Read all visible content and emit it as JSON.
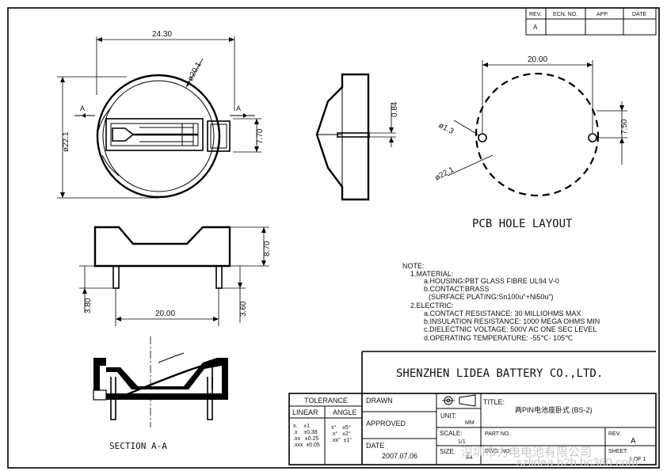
{
  "revision_block": {
    "headers": [
      "REV.",
      "ECN. NO.",
      "APP.",
      "DATE"
    ],
    "rev": "A"
  },
  "top_view": {
    "width": "24.30",
    "height": "ø22.1",
    "inner_dia": "ø20.1",
    "clip_height": "7.70",
    "section_mark_left": "A",
    "section_mark_right": "A"
  },
  "side_view": {
    "thickness": "0.84"
  },
  "front_view": {
    "width": "20.00",
    "height": "8.70",
    "pin_left": "3.80",
    "pin_right": "3.60"
  },
  "pcb_layout": {
    "title": "PCB HOLE LAYOUT",
    "spacing": "20.00",
    "hole_dia": "ø1.3",
    "outline_dia": "ø22.1",
    "offset": "7.50"
  },
  "notes": {
    "heading": "NOTE:",
    "lines": [
      "1.MATERIAL:",
      "a.HOUSING:PBT GLASS FIBRE UL94 V-0",
      "b.CONTACT:BRASS",
      "(SURFACE PLATING:Sn100u\"+Ni50u\")",
      "2.ELECTRIC:",
      "a.CONTACT RESISTANCE: 30 MILLIOHMS MAX",
      "b.INSULATION RESISTANCE: 1000 MEGA OHMS MIN",
      "c.DIELECTNIC VOLTAGE: 500V AC ONE SEC LEVEL",
      "d.OPERATING TEMPERATURE: -55℃- 105℃"
    ]
  },
  "section_label": "SECTION  A-A",
  "company": "SHENZHEN LIDEA BATTERY CO.,LTD.",
  "tolerance": {
    "heading": "TOLERANCE",
    "linear": "LINEAR",
    "angle": "ANGLE",
    "linear_values": [
      "x.    ±1",
      ".x    ±0.38",
      ".xx   ±0.25",
      ".xxx  ±0.05"
    ],
    "angle_values": [
      "x°    ±5°",
      ".x°   ±2°",
      ".xx°  ±1°"
    ]
  },
  "title_block": {
    "drawn": "DRAWN",
    "approved": "APPROVED",
    "date_label": "DATE",
    "date": "2007.07.06",
    "unit_label": "UNIT:",
    "unit": "MM",
    "scale_label": "SCALE:",
    "scale": "1/1",
    "size_label": "SIZE:",
    "size": "A4",
    "title_label": "TITLE:",
    "title": "两PIN电池座卧式 (BS-2)",
    "part_no": "PART NO.",
    "dwg_no": "DWG. NO.",
    "rev_label": "REV.",
    "rev": "A",
    "sheet_label": "SHEET:",
    "sheet": "1 OF 1"
  },
  "watermark": {
    "cn": "深圳市力电电池有限公司",
    "url": "szlidea.b2b.hc360.com"
  }
}
